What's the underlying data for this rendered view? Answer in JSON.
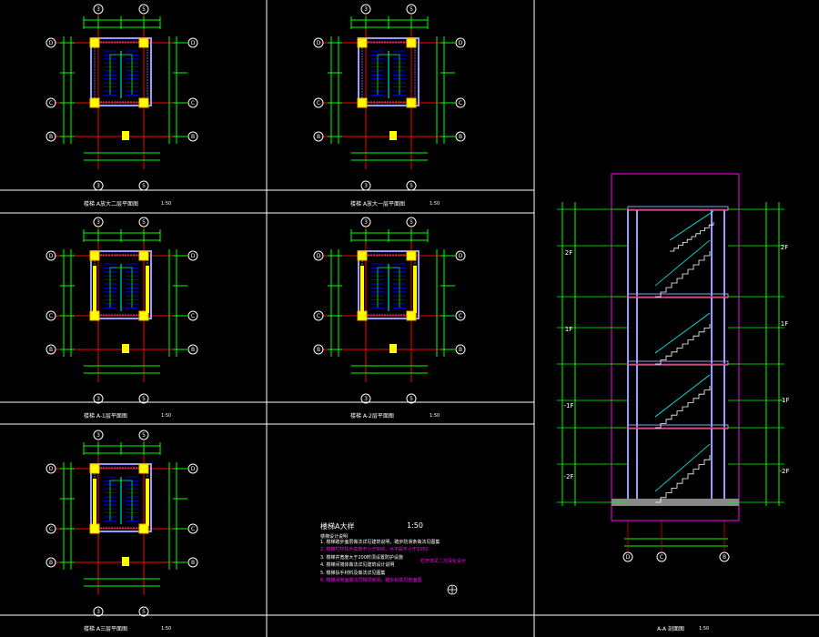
{
  "colors": {
    "background": "#000000",
    "border": "#ffffff",
    "grid_line": "#ff0000",
    "dimension": "#00ff00",
    "wall": "#9999ff",
    "column": "#ffff00",
    "stair": "#0000ff",
    "section_frame": "#ff00ff",
    "notes_magenta": "#ff00ff"
  },
  "plans": [
    {
      "title": "楼梯  A放大二层平面图",
      "scale": "1:50",
      "axes_top": [
        "3",
        "5"
      ],
      "axes_bottom": [
        "3",
        "5"
      ],
      "axes_side": [
        "D",
        "C",
        "B"
      ]
    },
    {
      "title": "楼梯  A放大一层平面图",
      "scale": "1:50",
      "axes_top": [
        "3",
        "5"
      ],
      "axes_bottom": [
        "3",
        "5"
      ],
      "axes_side": [
        "D",
        "C",
        "B"
      ]
    },
    {
      "title": "楼梯  A-1层平面图",
      "scale": "1:50",
      "axes_top": [
        "3",
        "5"
      ],
      "axes_bottom": [
        "3",
        "5"
      ],
      "axes_side": [
        "D",
        "C",
        "B"
      ]
    },
    {
      "title": "楼梯  A-2层平面图",
      "scale": "1:50",
      "axes_top": [
        "3",
        "5"
      ],
      "axes_bottom": [
        "3",
        "5"
      ],
      "axes_side": [
        "D",
        "C",
        "B"
      ]
    },
    {
      "title": "楼梯  A三层平面图",
      "scale": "1:50",
      "axes_top": [
        "3",
        "5"
      ],
      "axes_bottom": [
        "3",
        "5"
      ],
      "axes_side": [
        "D",
        "C",
        "B"
      ]
    }
  ],
  "section": {
    "title": "A-A 剖面图",
    "scale": "1:50",
    "axes": [
      "D",
      "C",
      "B"
    ],
    "floor_labels_left": [
      "2F",
      "1F",
      "-1F",
      "-2F"
    ],
    "floor_labels_right": [
      "2F",
      "1F",
      "-1F",
      "-2F"
    ]
  },
  "notes": {
    "title": "楼梯A大样",
    "scale": "1:50",
    "subtitle": "楼梯设计说明",
    "lines": [
      {
        "text": "1. 楼梯踏步面层做法详见建筑说明，踏步防滑条做法见图集",
        "color": "#ffffff"
      },
      {
        "text": "2. 楼梯栏杆扶手高度不小于900，水平段不小于1050",
        "color": "#ff00ff"
      },
      {
        "text": "3. 楼梯井宽度大于200时须设置防护设施",
        "color": "#ffffff"
      },
      {
        "text": "4. 楼梯间墙体做法详见建筑设计说明",
        "color": "#ffffff"
      },
      {
        "text": "5. 楼梯扶手材料及做法详见图集",
        "color": "#ffffff"
      },
      {
        "text": "6. 楼梯间地面做法同相邻房间，踏步标高见剖面图",
        "color": "#ff00ff"
      }
    ],
    "callout": "栏杆详见二次深化设计"
  }
}
